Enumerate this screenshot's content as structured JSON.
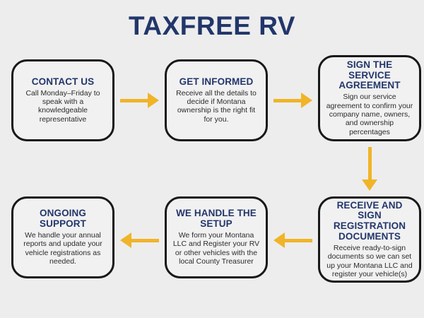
{
  "page": {
    "title": "TAXFREE RV",
    "background_color": "#ededed",
    "accent_navy": "#22366b",
    "accent_gold": "#f0b428",
    "border_color": "#181818"
  },
  "steps": [
    {
      "id": "contact-us",
      "title": "CONTACT US",
      "body": "Call Monday–Friday to speak with a knowledgeable representative"
    },
    {
      "id": "get-informed",
      "title": "GET INFORMED",
      "body": "Receive all the details to decide if Montana ownership is the right fit for you."
    },
    {
      "id": "sign-agreement",
      "title": "SIGN THE SERVICE AGREEMENT",
      "body": "Sign our service agreement to confirm your company name, owners, and ownership percentages"
    },
    {
      "id": "receive-sign",
      "title": "RECEIVE AND SIGN REGISTRATION DOCUMENTS",
      "body": "Receive ready-to-sign documents so we can set up your Montana LLC and register your vehicle(s)"
    },
    {
      "id": "we-handle-the-setup",
      "title": "WE HANDLE THE SETUP",
      "body": "We form your Montana LLC and Register your RV or other vehicles with the local County Treasurer"
    },
    {
      "id": "ongoing-support",
      "title": "ONGOING SUPPORT",
      "body": "We handle your annual reports and update your vehicle registrations as needed."
    }
  ],
  "connectors": [
    {
      "id": "contact-to-informed",
      "direction": "right"
    },
    {
      "id": "informed-to-agreement",
      "direction": "right"
    },
    {
      "id": "agreement-to-receive",
      "direction": "down"
    },
    {
      "id": "receive-to-setup",
      "direction": "left"
    },
    {
      "id": "setup-to-support",
      "direction": "left"
    }
  ]
}
